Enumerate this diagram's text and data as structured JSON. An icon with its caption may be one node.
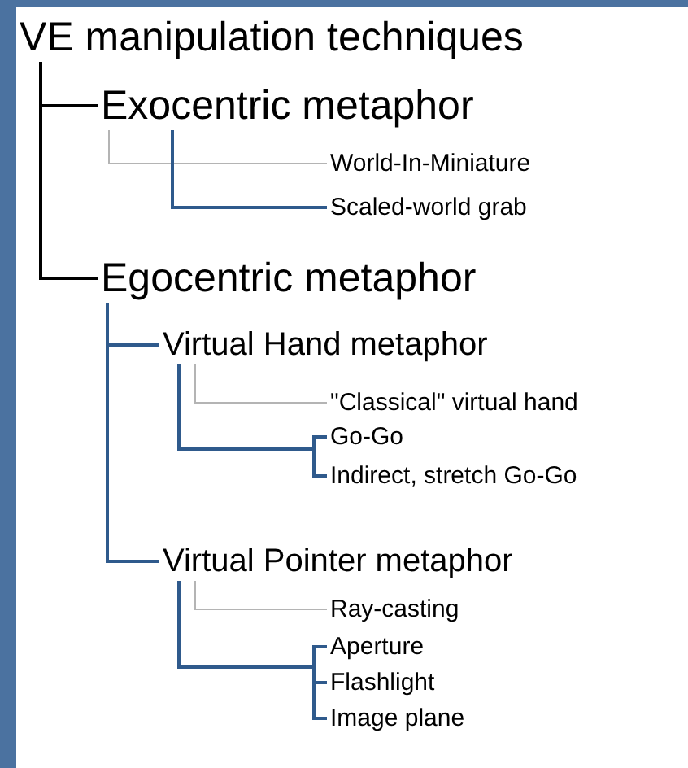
{
  "diagram": {
    "nodes": [
      {
        "text": [
          "VE manipulation techniques"
        ]
      },
      {
        "text": [
          "Exocentric metaphor"
        ]
      },
      {
        "text": [
          "World-In-Miniature"
        ]
      },
      {
        "text": [
          "Scaled-world grab"
        ]
      },
      {
        "text": [
          "Egocentric metaphor"
        ]
      },
      {
        "text": [
          "Virtual Hand metaphor"
        ]
      },
      {
        "text": [
          "\"Classical\" virtual hand"
        ]
      },
      {
        "text": [
          "Go-Go"
        ]
      },
      {
        "text": [
          "Indirect, stretch Go-Go"
        ]
      },
      {
        "text": [
          "Virtual Pointer metaphor"
        ]
      },
      {
        "text": [
          "Ray-casting"
        ]
      },
      {
        "text": [
          "Aperture"
        ]
      },
      {
        "text": [
          "Flashlight"
        ]
      },
      {
        "text": [
          "Image plane"
        ]
      }
    ],
    "edges": [
      {
        "from": 0,
        "to": 1,
        "arrow": "none",
        "color": "#000000"
      },
      {
        "from": 0,
        "to": 4,
        "arrow": "none",
        "color": "#000000"
      },
      {
        "from": 1,
        "to": 2,
        "arrow": "none",
        "color": "#b4b4b4"
      },
      {
        "from": 1,
        "to": 3,
        "arrow": "none"
      },
      {
        "from": 4,
        "to": 5,
        "arrow": "none"
      },
      {
        "from": 4,
        "to": 9,
        "arrow": "none"
      },
      {
        "from": 5,
        "to": 6,
        "arrow": "none",
        "color": "#b4b4b4"
      },
      {
        "from": 5,
        "to": 7,
        "arrow": "none"
      },
      {
        "from": 5,
        "to": 8,
        "arrow": "none"
      },
      {
        "from": 9,
        "to": 10,
        "arrow": "none",
        "color": "#b4b4b4"
      },
      {
        "from": 9,
        "to": 11,
        "arrow": "none"
      },
      {
        "from": 9,
        "to": 12,
        "arrow": "none"
      },
      {
        "from": 9,
        "to": 13,
        "arrow": "none"
      }
    ]
  }
}
